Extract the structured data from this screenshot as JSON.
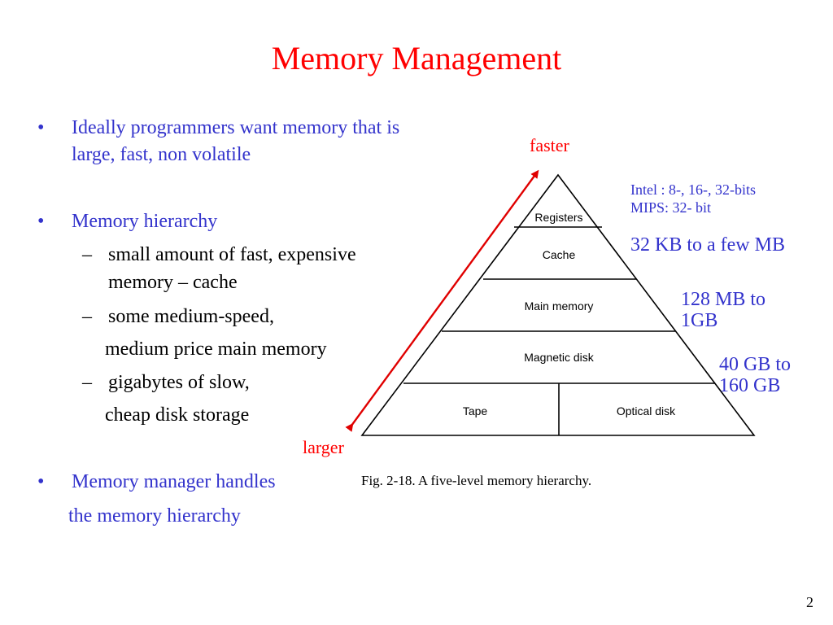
{
  "slide": {
    "title": "Memory Management",
    "page_number": "2"
  },
  "bullets": {
    "b1_marker": "•",
    "b1_line1": "Ideally programmers want memory that is",
    "b1_line2": "large, fast, non volatile",
    "b2_marker": "•",
    "b2_label": "Memory hierarchy",
    "sub1_marker": "–",
    "sub1_line1": "small amount of fast, expensive",
    "sub1_line2": "memory – cache",
    "sub2_marker": "–",
    "sub2_line1": "some medium-speed,",
    "sub2_line2": "medium price main memory",
    "sub3_marker": "–",
    "sub3_line1": "gigabytes of slow,",
    "sub3_line2": "cheap disk storage",
    "b3_marker": "•",
    "b3_line1": "Memory manager handles",
    "b3_line2": "the memory hierarchy"
  },
  "diagram": {
    "faster_label": "faster",
    "larger_label": "larger",
    "levels": [
      "Registers",
      "Cache",
      "Main memory",
      "Magnetic disk",
      "Tape",
      "Optical disk"
    ],
    "caption": "Fig. 2-18. A five-level memory hierarchy.",
    "arrow_color": "#e00000"
  },
  "notes": {
    "registers_line1": "Intel :  8-, 16-, 32-bits",
    "registers_line2": "MIPS: 32- bit",
    "cache": "32 KB to a few MB",
    "main_line1": "128 MB to",
    "main_line2": "1GB",
    "disk_line1": "40 GB to",
    "disk_line2": "160 GB"
  },
  "colors": {
    "title": "#ff0000",
    "body_text": "#3333cc",
    "sub_text": "#000000"
  }
}
